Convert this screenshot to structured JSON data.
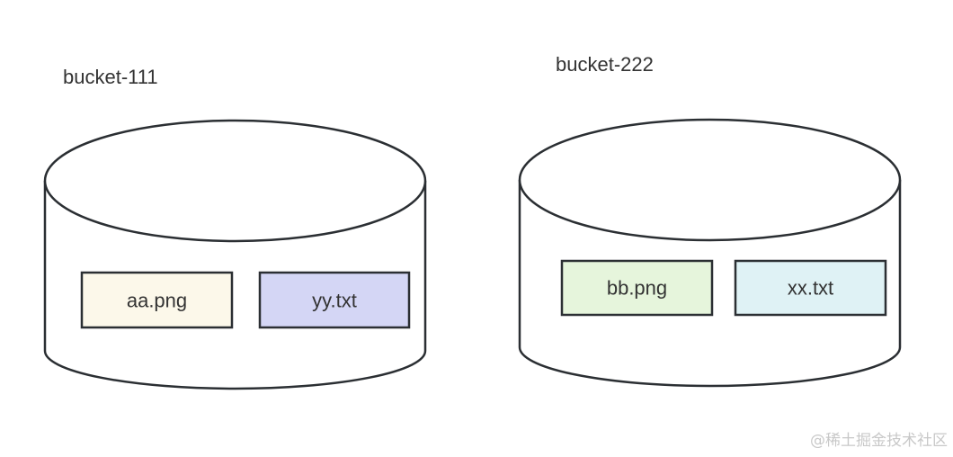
{
  "buckets": [
    {
      "name": "bucket-111",
      "files": [
        {
          "name": "aa.png",
          "color": "#fcf8ea"
        },
        {
          "name": "yy.txt",
          "color": "#d4d6f5"
        }
      ]
    },
    {
      "name": "bucket-222",
      "files": [
        {
          "name": "bb.png",
          "color": "#e6f5dc"
        },
        {
          "name": "xx.txt",
          "color": "#dff2f5"
        }
      ]
    }
  ],
  "watermark": "@稀土掘金技术社区"
}
